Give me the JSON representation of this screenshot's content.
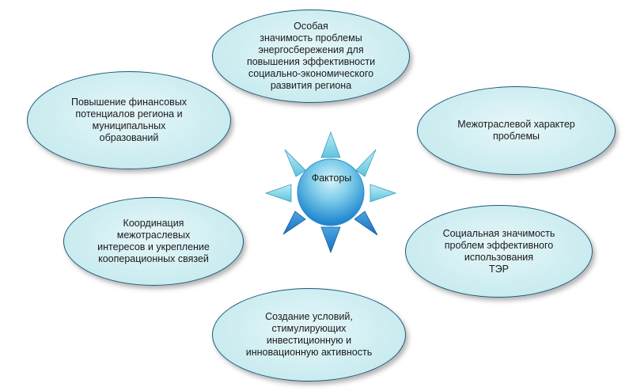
{
  "diagram": {
    "center": {
      "label": "Факторы"
    },
    "factors": [
      {
        "id": "top",
        "text": "Особая\nзначимость проблемы\nэнергосбережения для\nповышения эффективности\nсоциально-экономического\nразвития региона"
      },
      {
        "id": "upper-left",
        "text": "Повышение финансовых\nпотенциалов региона и\nмуниципальных\nобразований"
      },
      {
        "id": "upper-right",
        "text": "Межотраслевой характер\nпроблемы"
      },
      {
        "id": "lower-left",
        "text": "Координация\nмежотраслевых\nинтересов и укрепление\nкооперационных связей"
      },
      {
        "id": "lower-right",
        "text": "Социальная значимость\nпроблем эффективного\nиспользования\nТЭР"
      },
      {
        "id": "bottom",
        "text": "Создание условий,\nстимулирующих\nинвестиционную и\nинновационную активность"
      }
    ]
  },
  "colors": {
    "bubble_border": "#1d5a78",
    "bubble_fill": "#cfeef2",
    "ray_light": "#7fd3e6",
    "ray_dark": "#1f7fc9"
  }
}
